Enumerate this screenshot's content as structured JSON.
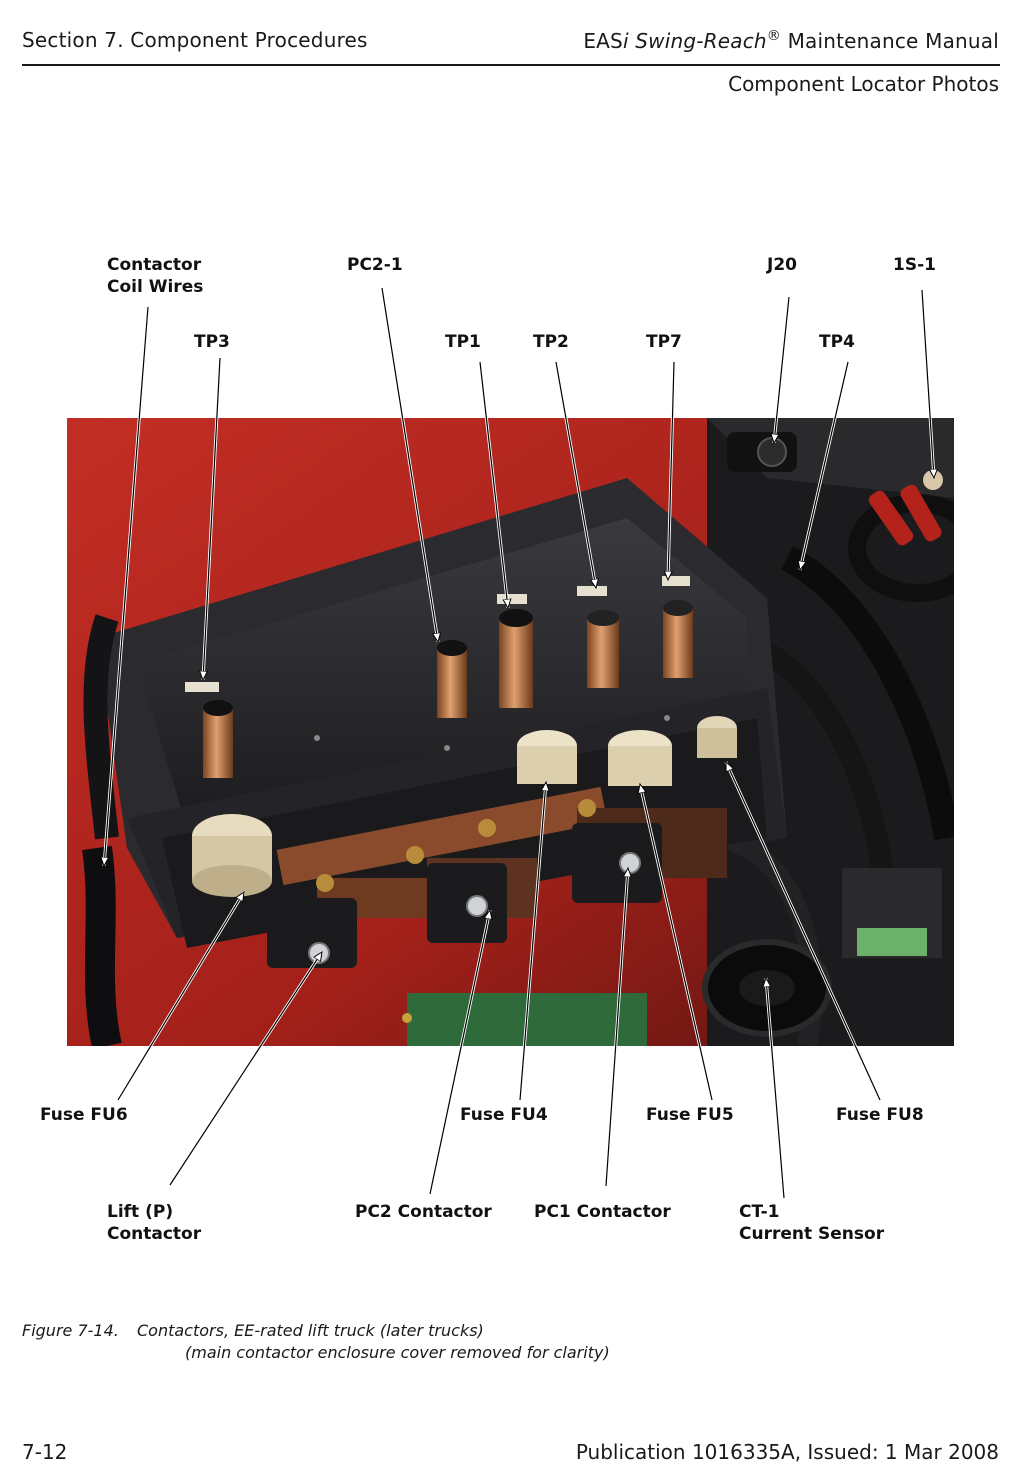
{
  "header": {
    "section": "Section 7.  Component Procedures",
    "manual_prefix": "EAS",
    "manual_italic_i": "i",
    "manual_italic_name": "Swing-Reach",
    "manual_reg": "®",
    "manual_suffix": "Maintenance Manual",
    "subtitle": "Component Locator Photos"
  },
  "callouts": {
    "contactor_coil_wires_1": "Contactor",
    "contactor_coil_wires_2": "Coil Wires",
    "pc2_1": "PC2-1",
    "j20": "J20",
    "s1": "1S-1",
    "tp3": "TP3",
    "tp1": "TP1",
    "tp2": "TP2",
    "tp7": "TP7",
    "tp4": "TP4",
    "fuse_fu6": "Fuse FU6",
    "fuse_fu4": "Fuse FU4",
    "fuse_fu5": "Fuse FU5",
    "fuse_fu8": "Fuse FU8",
    "lift_contactor_1": "Lift (P)",
    "lift_contactor_2": "Contactor",
    "pc2_contactor": "PC2 Contactor",
    "pc1_contactor": "PC1 Contactor",
    "ct1_1": "CT-1",
    "ct1_2": "Current Sensor"
  },
  "caption": {
    "number": "Figure 7-14.",
    "line1": "Contactors, EE-rated lift truck (later trucks)",
    "line2": "(main contactor enclosure cover removed for clarity)"
  },
  "footer": {
    "page": "7-12",
    "publication": "Publication 1016335A, Issued:  1 Mar 2008"
  }
}
